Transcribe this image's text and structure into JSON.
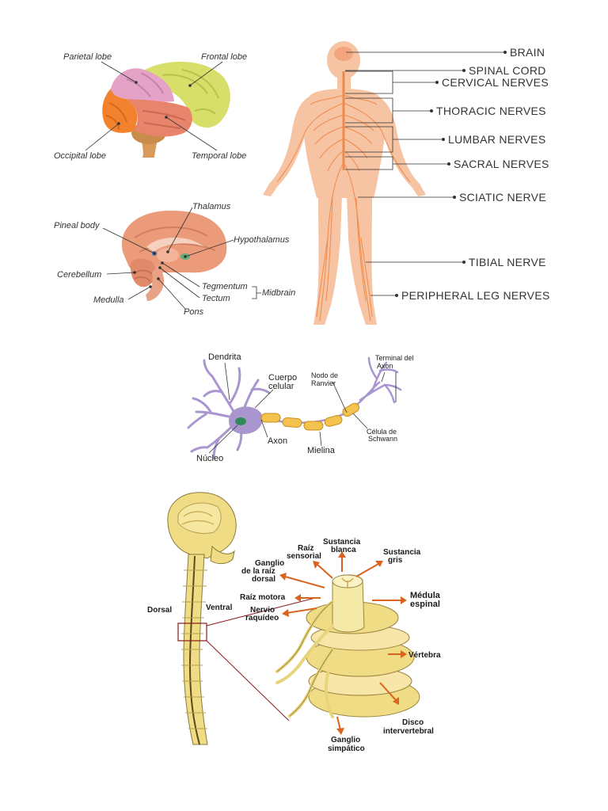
{
  "brain_lobes": {
    "parietal": "Parietal lobe",
    "frontal": "Frontal lobe",
    "occipital": "Occipital lobe",
    "temporal": "Temporal lobe"
  },
  "brain_section": {
    "thalamus": "Thalamus",
    "pineal": "Pineal body",
    "hypothalamus": "Hypothalamus",
    "cerebellum": "Cerebellum",
    "tegmentum": "Tegmentum",
    "tectum": "Tectum",
    "midbrain": "Midbrain",
    "medulla": "Medulla",
    "pons": "Pons"
  },
  "body": {
    "brain": "BRAIN",
    "spinal_cord": "SPINAL CORD",
    "cervical": "CERVICAL NERVES",
    "thoracic": "THORACIC NERVES",
    "lumbar": "LUMBAR NERVES",
    "sacral": "SACRAL NERVES",
    "sciatic": "SCIATIC NERVE",
    "tibial": "TIBIAL NERVE",
    "peripheral": "PERIPHERAL LEG NERVES"
  },
  "neuron": {
    "dendrita": "Dendrita",
    "cuerpo_1": "Cuerpo",
    "cuerpo_2": "celular",
    "nodo_1": "Nodo de",
    "nodo_2": "Ranvier",
    "terminal_1": "Terminal del",
    "terminal_2": "Axon",
    "axon": "Axon",
    "celula_1": "Célula de",
    "celula_2": "Schwann",
    "mielina": "Mielina",
    "nucleo": "Núcleo"
  },
  "spine": {
    "dorsal": "Dorsal",
    "ventral": "Ventral",
    "sustancia_blanca_1": "Sustancia",
    "sustancia_blanca_2": "blanca",
    "raiz_sensorial_1": "Raíz",
    "raiz_sensorial_2": "sensorial",
    "sustancia_gris_1": "Sustancia",
    "sustancia_gris_2": "gris",
    "ganglio_1": "Ganglio",
    "ganglio_2": "de la raíz",
    "ganglio_3": "dorsal",
    "raiz_motora": "Raíz motora",
    "medula_1": "Médula",
    "medula_2": "espinal",
    "nervio_1": "Nervio",
    "nervio_2": "raquídeo",
    "vertebra": "Vértebra",
    "disco_1": "Disco",
    "disco_2": "intervertebral",
    "ganglio_simp_1": "Ganglio",
    "ganglio_simp_2": "simpático"
  },
  "colors": {
    "frontal": "#d7df6a",
    "parietal": "#e3a2c6",
    "occipital": "#f2822e",
    "temporal": "#e8846c",
    "body_skin": "#f6c3a3",
    "nerve": "#f08a4b",
    "neuron": "#a996cf",
    "myelin": "#f3c24f",
    "spine_bone": "#f0dc84",
    "arrow": "#d9631f"
  }
}
